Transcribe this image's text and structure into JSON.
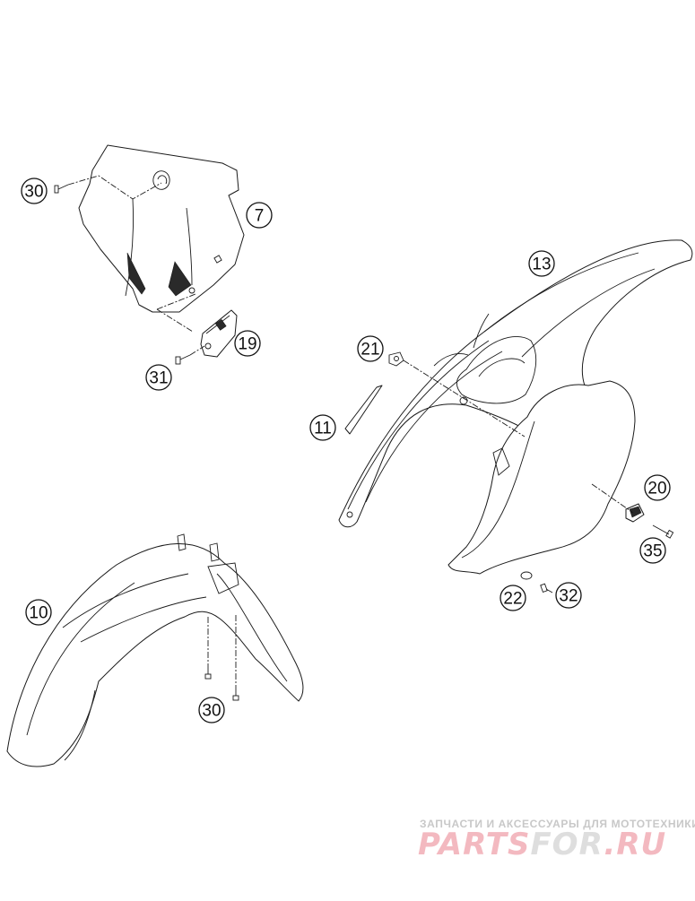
{
  "diagram": {
    "callouts": {
      "c30_top": "30",
      "c7": "7",
      "c19": "19",
      "c31": "31",
      "c13": "13",
      "c21": "21",
      "c11": "11",
      "c20": "20",
      "c35": "35",
      "c22": "22",
      "c32": "32",
      "c10": "10",
      "c30_bottom": "30"
    }
  },
  "watermark": {
    "tagline": "ЗАПЧАСТИ И АКСЕССУАРЫ ДЛЯ МОТОТЕХНИКИ",
    "brand_part1": "PARTS",
    "brand_part2": "FOR",
    "brand_part3": ".RU"
  }
}
